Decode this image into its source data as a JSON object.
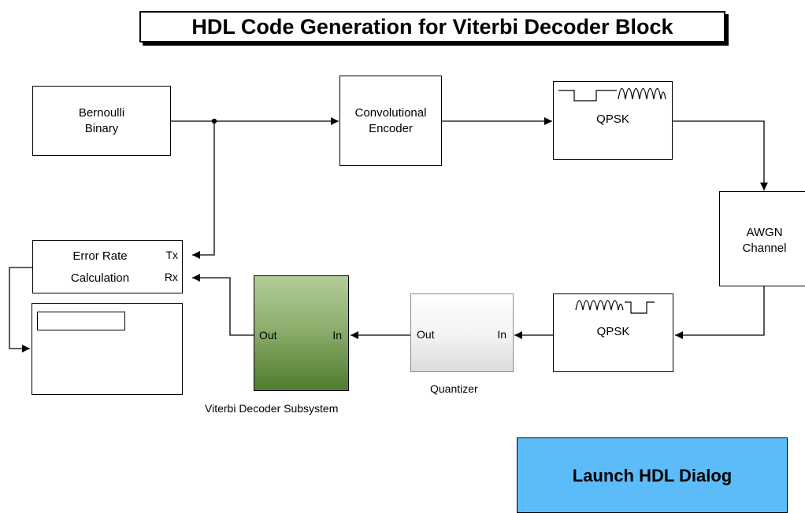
{
  "title": "HDL Code Generation for Viterbi Decoder Block",
  "blocks": {
    "bernoulli": {
      "line1": "Bernoulli",
      "line2": "Binary"
    },
    "conv_encoder": {
      "line1": "Convolutional",
      "line2": "Encoder"
    },
    "qpsk_mod": {
      "label": "QPSK"
    },
    "awgn": {
      "line1": "AWGN",
      "line2": "Channel"
    },
    "qpsk_demod": {
      "label": "QPSK"
    },
    "quantizer": {
      "out_port": "Out",
      "in_port": "In",
      "caption": "Quantizer"
    },
    "viterbi": {
      "out_port": "Out",
      "in_port": "In",
      "caption": "Viterbi Decoder Subsystem"
    },
    "error_rate": {
      "line1": "Error Rate",
      "line2": "Calculation",
      "tx_port": "Tx",
      "rx_port": "Rx"
    },
    "display": {}
  },
  "launch_button": {
    "label": "Launch HDL Dialog",
    "color": "#5cbcf9"
  },
  "colors": {
    "viterbi_top": "#b3cd9a",
    "viterbi_bottom": "#4f7c2f",
    "line": "#000000"
  }
}
